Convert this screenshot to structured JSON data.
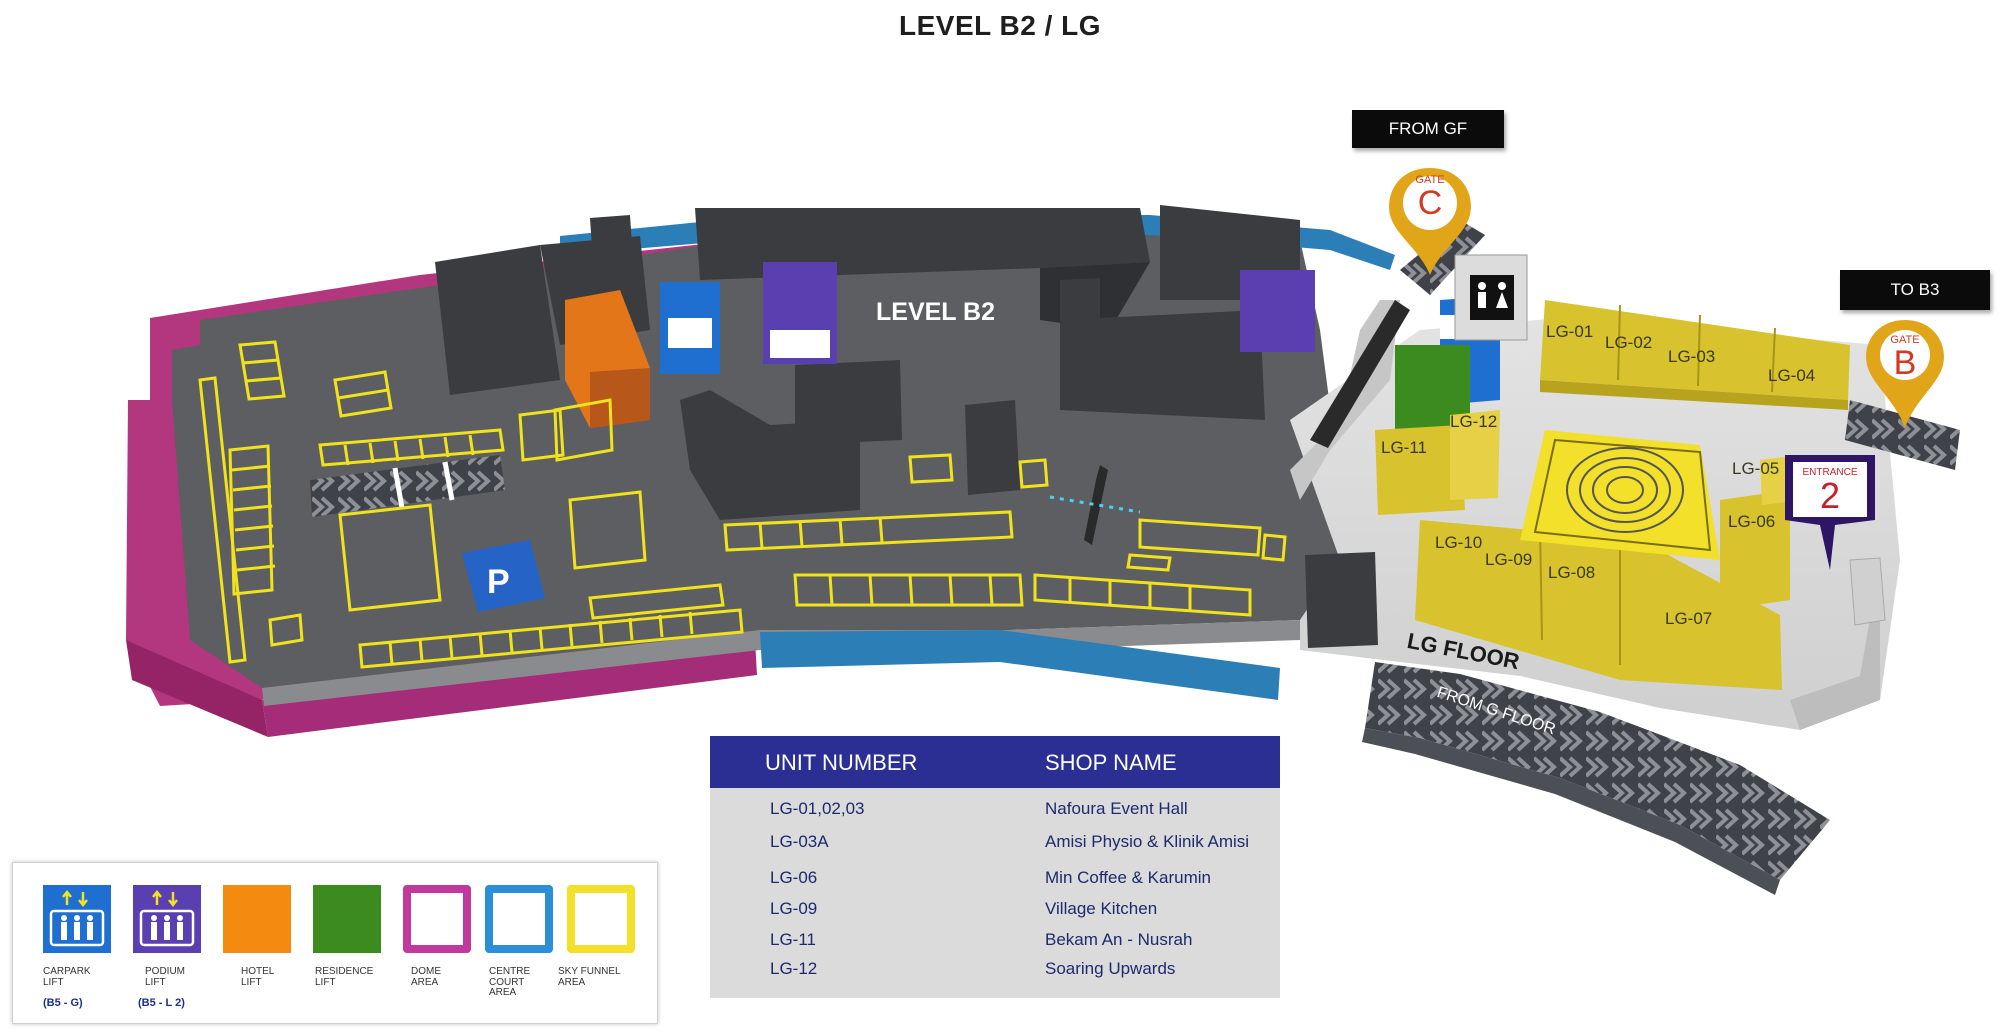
{
  "title": "LEVEL B2 / LG",
  "map": {
    "level_label": "LEVEL B2",
    "floor_label": "LG FLOOR",
    "from_g_floor": "FROM G FLOOR",
    "tags": {
      "from_gf": "FROM GF",
      "to_b3": "TO B3"
    },
    "gates": [
      {
        "small": "GATE",
        "big": "C"
      },
      {
        "small": "GATE",
        "big": "B"
      }
    ],
    "entrance": {
      "small": "ENTRANCE",
      "big": "2"
    },
    "units": [
      "LG-01",
      "LG-02",
      "LG-03",
      "LG-04",
      "LG-05",
      "LG-06",
      "LG-07",
      "LG-08",
      "LG-09",
      "LG-10",
      "LG-11",
      "LG-12"
    ]
  },
  "directory": {
    "headers": {
      "unit": "UNIT NUMBER",
      "shop": "SHOP NAME"
    },
    "rows": [
      {
        "unit": "LG-01,02,03",
        "shop": "Nafoura Event Hall"
      },
      {
        "unit": "LG-03A",
        "shop": "Amisi Physio & Klinik Amisi"
      },
      {
        "unit": "LG-06",
        "shop": "Min Coffee & Karumin"
      },
      {
        "unit": "LG-09",
        "shop": "Village Kitchen"
      },
      {
        "unit": "LG-11",
        "shop": "Bekam An - Nusrah"
      },
      {
        "unit": "LG-12",
        "shop": "Soaring Upwards"
      }
    ]
  },
  "legend": {
    "items": [
      {
        "lines": [
          "CARPARK",
          "LIFT"
        ],
        "range": "(B5 - G)",
        "icon": "lift-icon",
        "color": "#1f6fd1"
      },
      {
        "lines": [
          "PODIUM",
          "LIFT"
        ],
        "range": "(B5 - L 2)",
        "icon": "lift-icon",
        "color": "#5a3fb0"
      },
      {
        "lines": [
          "HOTEL",
          "LIFT"
        ],
        "range": "",
        "icon": "",
        "color": "#f58a11"
      },
      {
        "lines": [
          "RESIDENCE",
          "LIFT"
        ],
        "range": "",
        "icon": "",
        "color": "#3c8b1f"
      },
      {
        "lines": [
          "DOME",
          "AREA"
        ],
        "range": "",
        "icon": "",
        "color": "#c2399d"
      },
      {
        "lines": [
          "CENTRE",
          "COURT",
          "AREA"
        ],
        "range": "",
        "icon": "",
        "color": "#2a8fd6"
      },
      {
        "lines": [
          "SKY FUNNEL",
          "AREA"
        ],
        "range": "",
        "icon": "",
        "color": "#f2e02a"
      }
    ]
  },
  "colors": {
    "floor": "#5d5e61",
    "dome_wall": "#b2377f",
    "centre_court_wall": "#2c7fb6",
    "unit_yellow": "#d8c22e",
    "parking_yellow": "#f0e21c",
    "building_dark": "#3b3c3f",
    "header_navy": "#2b2f93"
  }
}
